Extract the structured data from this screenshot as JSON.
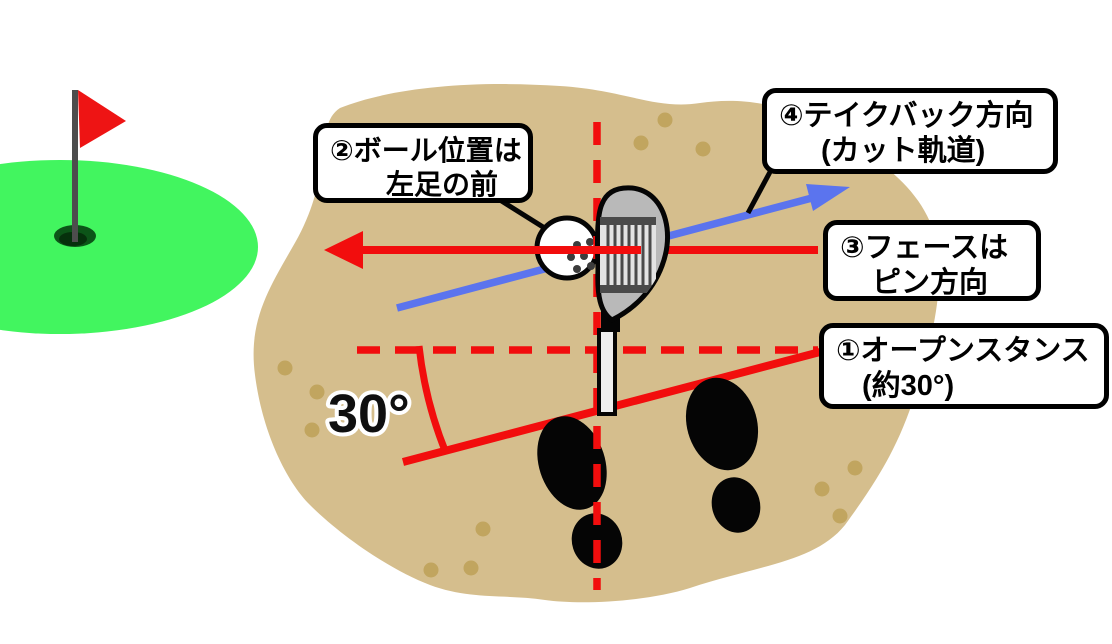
{
  "diagram_title": "bunker-open-stance-golf-lesson",
  "labels": {
    "step1": {
      "line1": "①オープンスタンス",
      "line2": "(約30°)"
    },
    "step2": {
      "line1": "②ボール位置は",
      "line2": "左足の前"
    },
    "step3": {
      "line1": "③フェースは",
      "line2": "ピン方向"
    },
    "step4": {
      "line1": "④テイクバック方向",
      "line2": "(カット軌道)"
    }
  },
  "angle": {
    "value": "30°"
  },
  "icons": [
    "pin-flag-icon",
    "green-icon",
    "bunker-sand-icon",
    "golf-ball-icon",
    "wedge-club-icon",
    "footprints-icon",
    "target-line-arrow",
    "takeback-arrow"
  ],
  "colors": {
    "sand": "#D5BE8D",
    "speckle": "#C1A55F",
    "green": "#42F55F",
    "hole": "#0C5418",
    "hole_dark": "#06300C",
    "stick": "#4D4D4D",
    "flag": "#EE1414",
    "red": "#F20D0D",
    "blue": "#5B74EE",
    "club_body": "#B9B9B9",
    "club_face": "#E3E3E3",
    "groove": "#4A4A4A",
    "shaft": "#EFEFEF",
    "ink": "#050505"
  }
}
